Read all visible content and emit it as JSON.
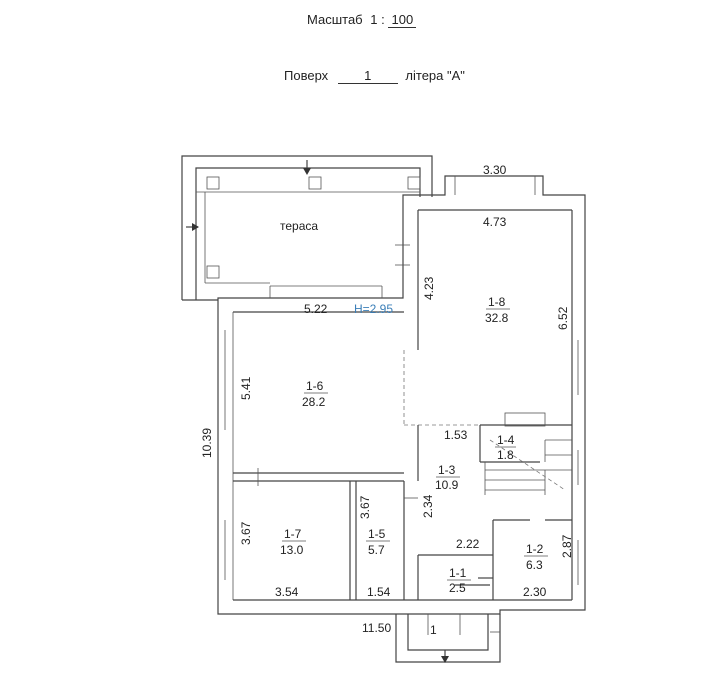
{
  "header": {
    "scale_label": "Масштаб",
    "scale_left": "1 :",
    "scale_value": "100",
    "floor_label": "Поверх",
    "floor_value": "1",
    "litera_label": "літера",
    "litera_value": "\"А\""
  },
  "plan": {
    "terrace_label": "тераса",
    "height_label": "H=2.95",
    "rooms": [
      {
        "id": "1-1",
        "area": "2.5"
      },
      {
        "id": "1-2",
        "area": "6.3"
      },
      {
        "id": "1-3",
        "area": "10.9"
      },
      {
        "id": "1-4",
        "area": "1.8"
      },
      {
        "id": "1-5",
        "area": "5.7"
      },
      {
        "id": "1-6",
        "area": "28.2"
      },
      {
        "id": "1-7",
        "area": "13.0"
      },
      {
        "id": "1-8",
        "area": "32.8"
      }
    ],
    "dimensions": {
      "d_3_30": "3.30",
      "d_4_73": "4.73",
      "d_4_23": "4.23",
      "d_6_52": "6.52",
      "d_5_22": "5.22",
      "d_5_41": "5.41",
      "d_10_39": "10.39",
      "d_1_53": "1.53",
      "d_2_34": "2.34",
      "d_3_67_a": "3.67",
      "d_3_67_b": "3.67",
      "d_2_22": "2.22",
      "d_2_87": "2.87",
      "d_3_54": "3.54",
      "d_1_54": "1.54",
      "d_2_30": "2.30",
      "d_11_50": "11.50",
      "d_1": "1"
    }
  }
}
